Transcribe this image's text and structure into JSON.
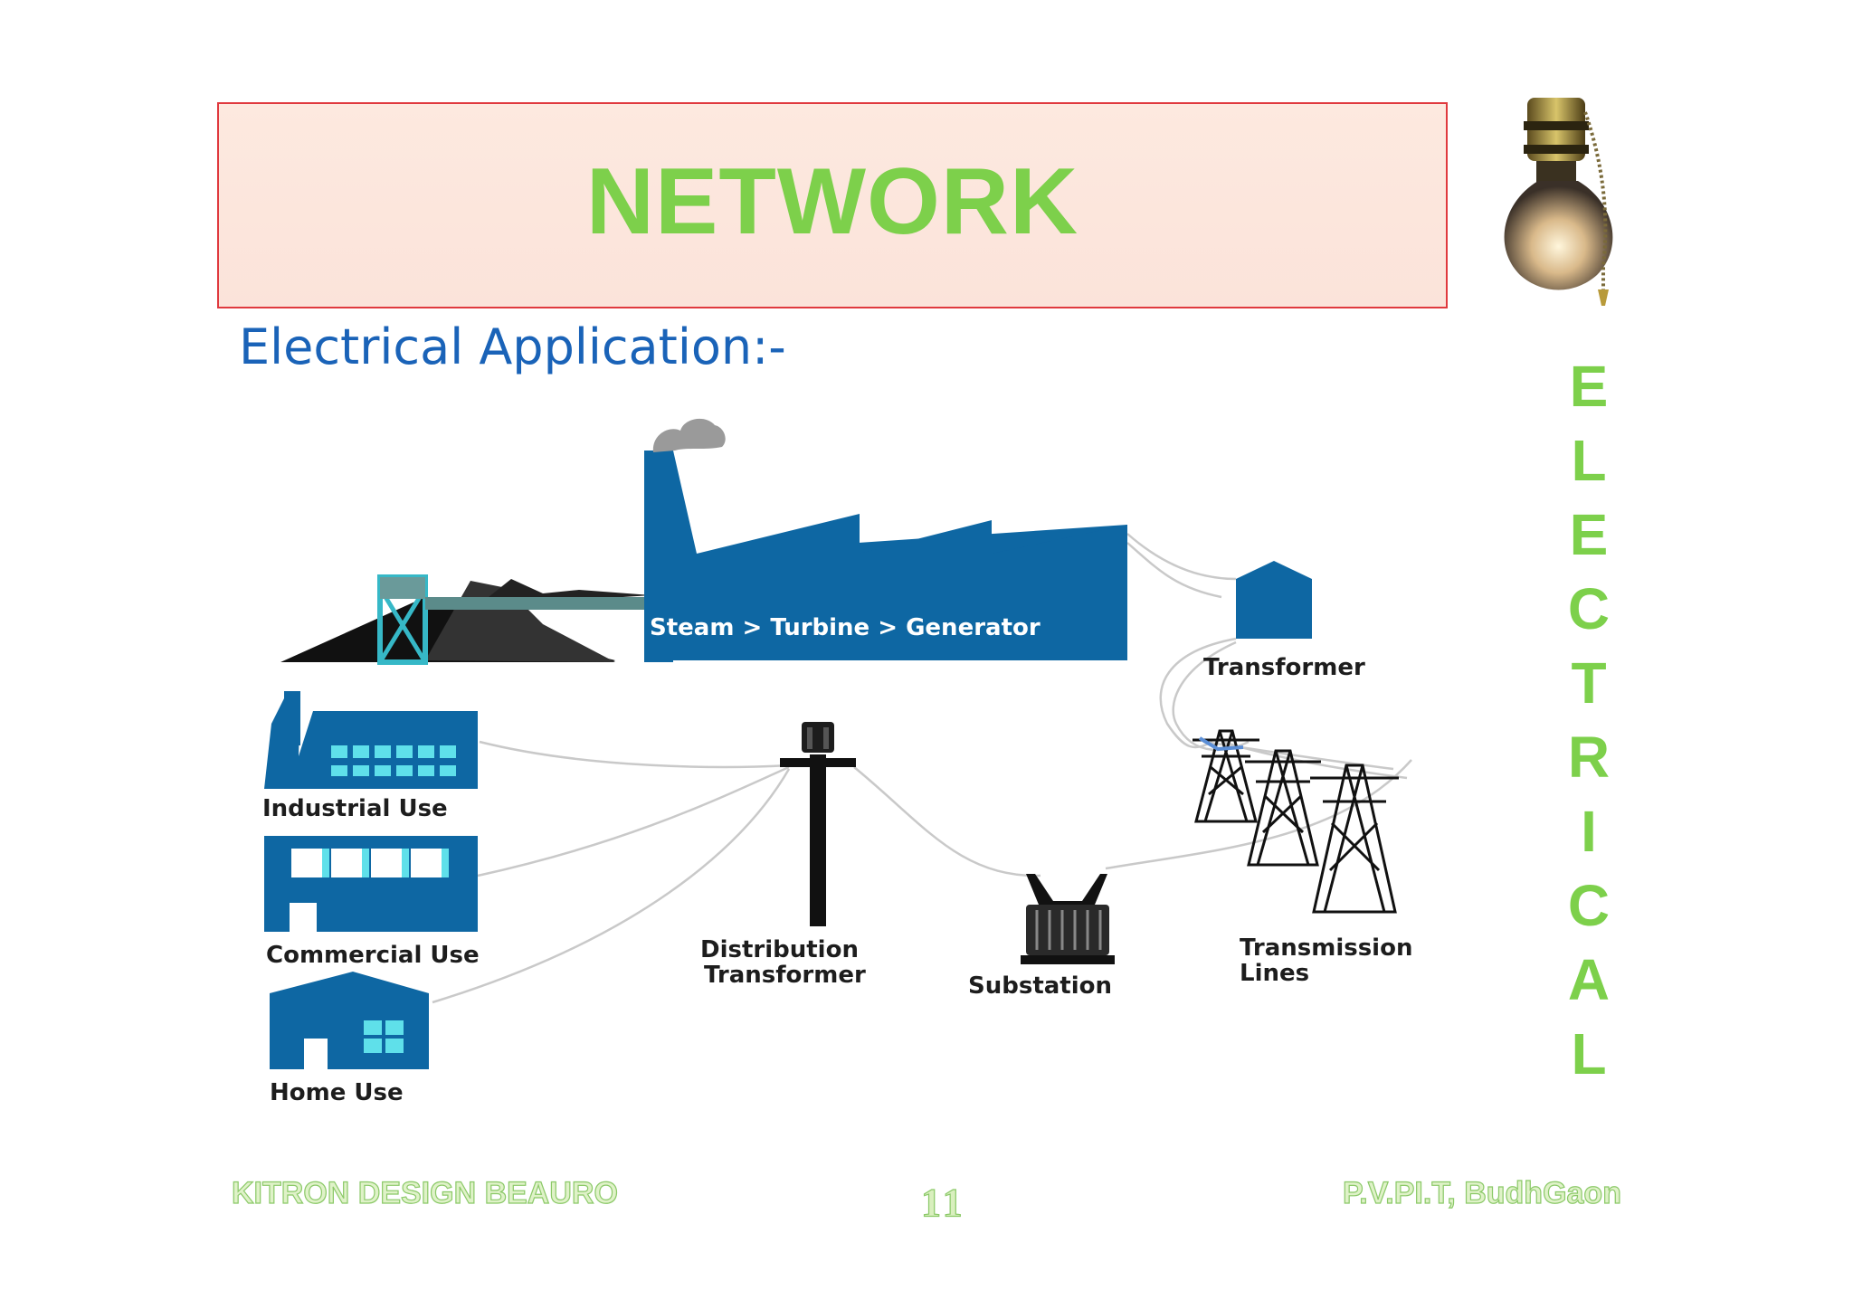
{
  "slide": {
    "title": "NETWORK",
    "subtitle": "Electrical Application:-",
    "side_word": "ELECTRICAL"
  },
  "diagram": {
    "labels": {
      "plant": "Steam > Turbine > Generator",
      "transformer": "Transformer",
      "industrial": "Industrial Use",
      "commercial": "Commercial Use",
      "home": "Home Use",
      "distribution_1": "Distribution",
      "distribution_2": "Transformer",
      "substation": "Substation",
      "transmission_1": "Transmission",
      "transmission_2": "Lines"
    }
  },
  "footer": {
    "left": "KITRON DESIGN BEAURO",
    "page": "11",
    "right": "P.V.PI.T, BudhGaon"
  },
  "colors": {
    "title_green": "#7dd04b",
    "subtitle_blue": "#1a63b8",
    "diagram_blue": "#0e67a3",
    "accent_cyan": "#3cc9d6",
    "title_border": "#e0393e"
  }
}
